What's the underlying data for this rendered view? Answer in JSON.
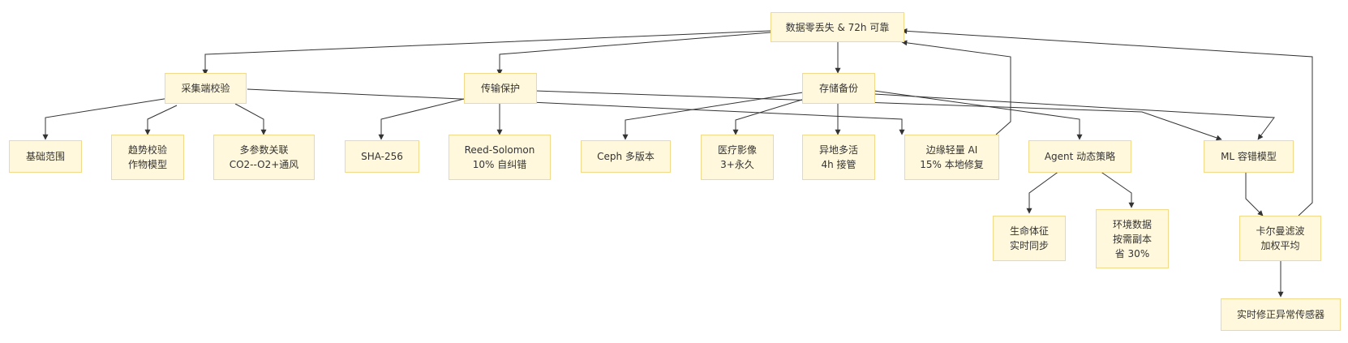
{
  "nodes": {
    "root": "数据零丢失 & 72h 可靠",
    "collect": "采集端校验",
    "transfer": "传输保护",
    "storage": "存储备份",
    "basic_range": "基础范围",
    "trend": "趋势校验\n作物模型",
    "multi_param": "多参数关联\nCO2--O2+通风",
    "sha": "SHA-256",
    "reed": "Reed-Solomon\n10% 自纠错",
    "ceph": "Ceph 多版本",
    "medical": "医疗影像\n3+永久",
    "remote": "异地多活\n4h 接管",
    "edge_ai": "边缘轻量 AI\n15% 本地修复",
    "agent": "Agent 动态策略",
    "ml": "ML 容错模型",
    "vital": "生命体征\n实时同步",
    "env": "环境数据\n按需副本\n省 30%",
    "kalman": "卡尔曼滤波\n加权平均",
    "realtime_fix": "实时修正异常传感器"
  },
  "colors": {
    "node_fill": "#fff8dc",
    "node_border": "#f3d98a",
    "edge": "#333333",
    "text": "#333333"
  }
}
